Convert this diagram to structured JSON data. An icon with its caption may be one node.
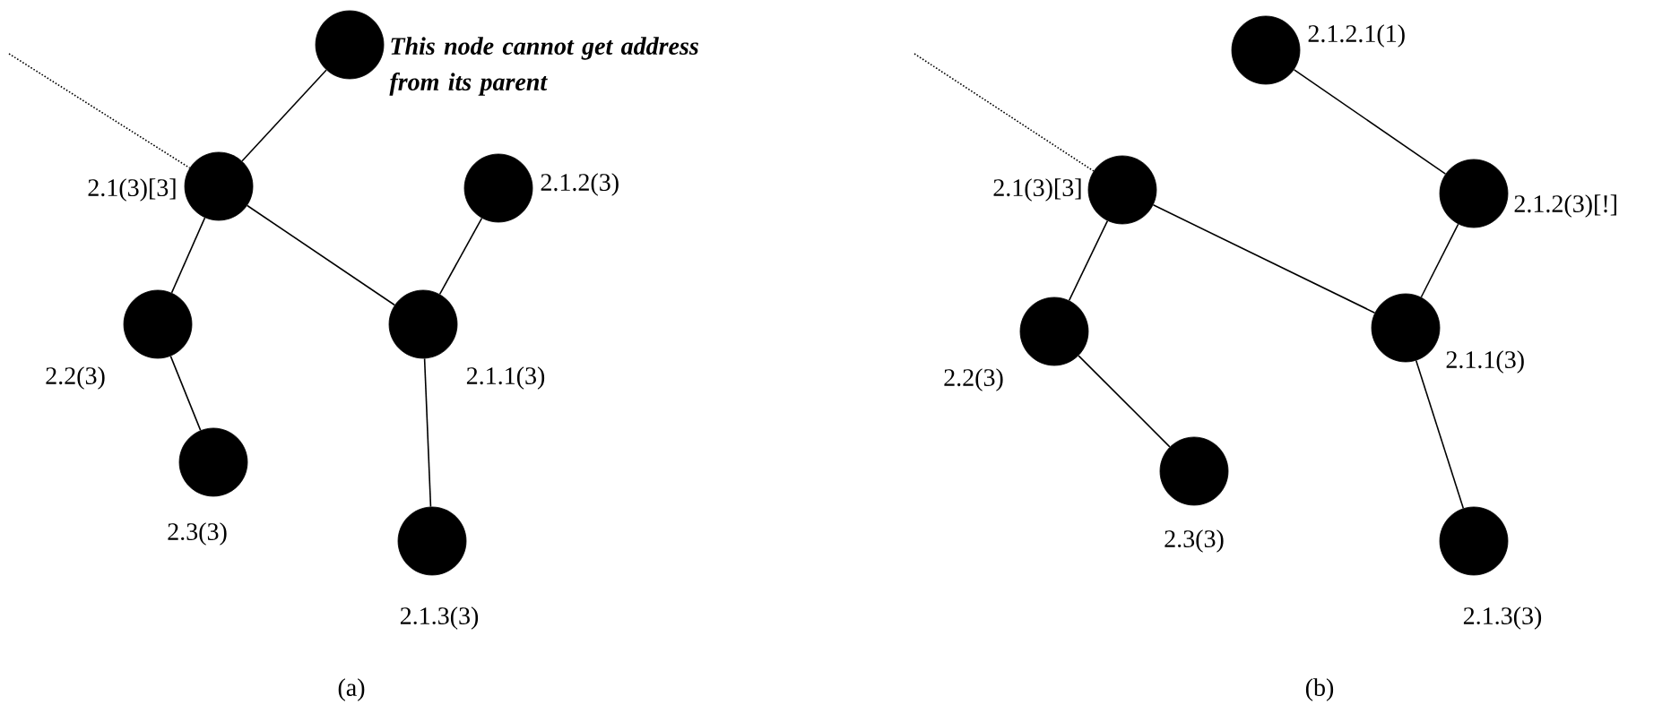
{
  "diagram": {
    "nodes": [
      {
        "text": [],
        "shape": "circle",
        "beside": [
          "This node cannot get address from its parent"
        ]
      },
      {
        "text": [],
        "shape": "circle",
        "beside": [
          "2.1(3)[3]"
        ]
      },
      {
        "text": [],
        "shape": "circle",
        "beside": [
          "2.2(3)"
        ]
      },
      {
        "text": [],
        "shape": "circle",
        "beside": [
          "2.3(3)"
        ]
      },
      {
        "text": [],
        "shape": "circle",
        "beside": [
          "2.1.1(3)"
        ]
      },
      {
        "text": [],
        "shape": "circle",
        "beside": [
          "2.1.2(3)"
        ]
      },
      {
        "text": [],
        "shape": "circle",
        "beside": [
          "2.1.3(3)"
        ]
      },
      {
        "text": [],
        "shape": "circle",
        "beside": [
          "2.1.2.1(1)"
        ]
      },
      {
        "text": [],
        "shape": "circle",
        "beside": [
          "2.1(3)[3]"
        ]
      },
      {
        "text": [],
        "shape": "circle",
        "beside": [
          "2.2(3)"
        ]
      },
      {
        "text": [],
        "shape": "circle",
        "beside": [
          "2.3(3)"
        ]
      },
      {
        "text": [],
        "shape": "circle",
        "beside": [
          "2.1.1(3)"
        ]
      },
      {
        "text": [],
        "shape": "circle",
        "beside": [
          "2.1.2(3)[!]"
        ]
      },
      {
        "text": [],
        "shape": "circle",
        "beside": [
          "2.1.3(3)"
        ]
      }
    ],
    "edges": [
      {
        "from": null,
        "to": 1,
        "arrow": "none",
        "style": "dashed"
      },
      {
        "from": 0,
        "to": 1,
        "arrow": "none"
      },
      {
        "from": 1,
        "to": 2,
        "arrow": "none"
      },
      {
        "from": 2,
        "to": 3,
        "arrow": "none"
      },
      {
        "from": 1,
        "to": 4,
        "arrow": "none"
      },
      {
        "from": 4,
        "to": 5,
        "arrow": "none"
      },
      {
        "from": 4,
        "to": 6,
        "arrow": "none"
      },
      {
        "from": null,
        "to": 8,
        "arrow": "none",
        "style": "dashed"
      },
      {
        "from": 7,
        "to": 12,
        "arrow": "none"
      },
      {
        "from": 8,
        "to": 9,
        "arrow": "none"
      },
      {
        "from": 9,
        "to": 10,
        "arrow": "none"
      },
      {
        "from": 8,
        "to": 11,
        "arrow": "none"
      },
      {
        "from": 11,
        "to": 12,
        "arrow": "none"
      },
      {
        "from": 11,
        "to": 13,
        "arrow": "none"
      }
    ],
    "labels": [
      "(a)",
      "(b)"
    ]
  }
}
